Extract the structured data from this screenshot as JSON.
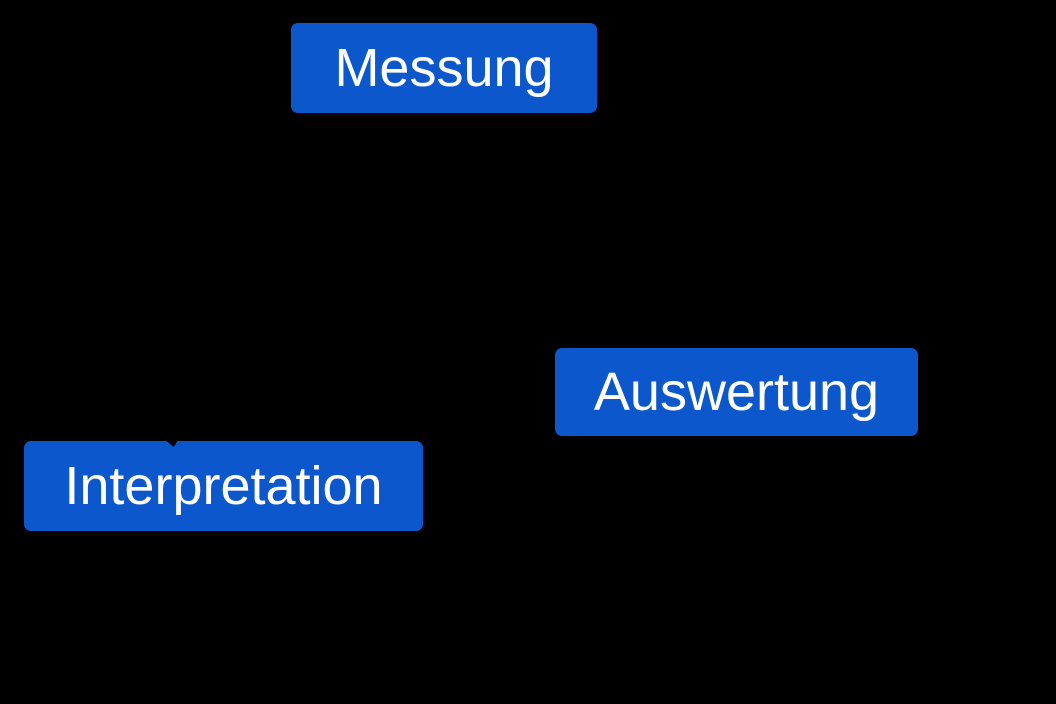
{
  "diagram": {
    "nodes": [
      {
        "id": "messung",
        "label": "Messung"
      },
      {
        "id": "auswertung",
        "label": "Auswertung"
      },
      {
        "id": "interpretation",
        "label": "Interpretation"
      }
    ]
  },
  "colors": {
    "background": "#000000",
    "node-bg": "#0b57cb",
    "node-text": "#ffffff"
  }
}
